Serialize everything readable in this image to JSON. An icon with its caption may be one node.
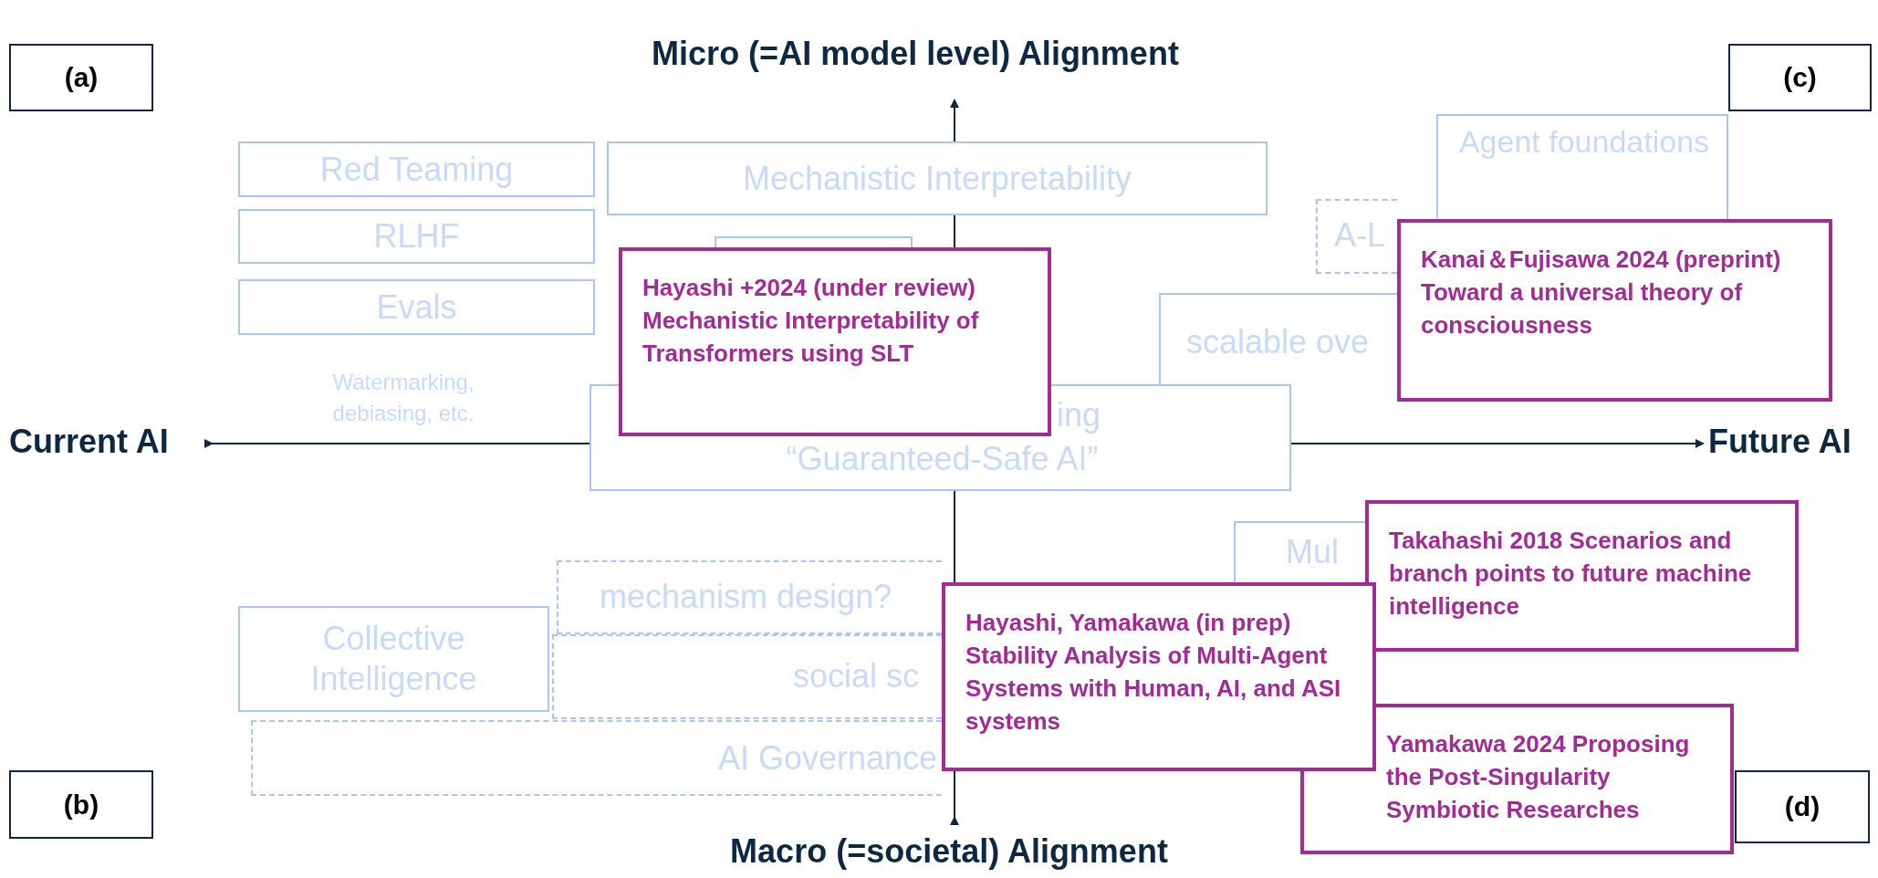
{
  "diagram": {
    "nodes": [
      {
        "text": [
          "(a)"
        ]
      },
      {
        "text": [
          "(c)"
        ]
      },
      {
        "text": [
          "Red Teaming"
        ]
      },
      {
        "text": [
          "Mechanistic Interpretability"
        ]
      },
      {
        "text": [
          "Agent foundations"
        ]
      },
      {
        "text": [
          "RLHF"
        ]
      },
      {
        "text": [],
        "shape": "box"
      },
      {
        "text": [
          "A-L"
        ]
      },
      {
        "text": [
          "Kanai＆Fujisawa 2024 (preprint) Toward a universal theory of consciousness"
        ]
      },
      {
        "text": [
          "Hayashi +2024 (under review) Mechanistic Interpretability of Transformers using SLT"
        ]
      },
      {
        "text": [
          "Evals"
        ]
      },
      {
        "text": [
          "scalable ove"
        ]
      },
      {
        "text": [
          "ing",
          "“Guaranteed-Safe AI”"
        ]
      },
      {
        "text": [
          "Mul"
        ]
      },
      {
        "text": [
          "Takahashi 2018 Scenarios and branch points to future machine intelligence"
        ]
      },
      {
        "text": [
          "mechanism design?"
        ]
      },
      {
        "text": [
          "Collective Intelligence"
        ]
      },
      {
        "text": [
          "social sc"
        ]
      },
      {
        "text": [
          "Hayashi, Yamakawa (in prep) Stability Analysis of Multi-Agent Systems with Human, AI, and ASI systems"
        ]
      },
      {
        "text": [
          "AI Governance"
        ]
      },
      {
        "text": [
          "(b)"
        ]
      },
      {
        "text": [
          "Yamakawa 2024 Proposing the Post-Singularity Symbiotic Researches"
        ]
      },
      {
        "text": [
          "(d)"
        ]
      }
    ],
    "edges": [],
    "labels": [
      "Micro (=AI model level) Alignment",
      "Watermarking, debiasing, etc.",
      "Current AI",
      "Future AI",
      "Macro (=societal) Alignment"
    ]
  }
}
